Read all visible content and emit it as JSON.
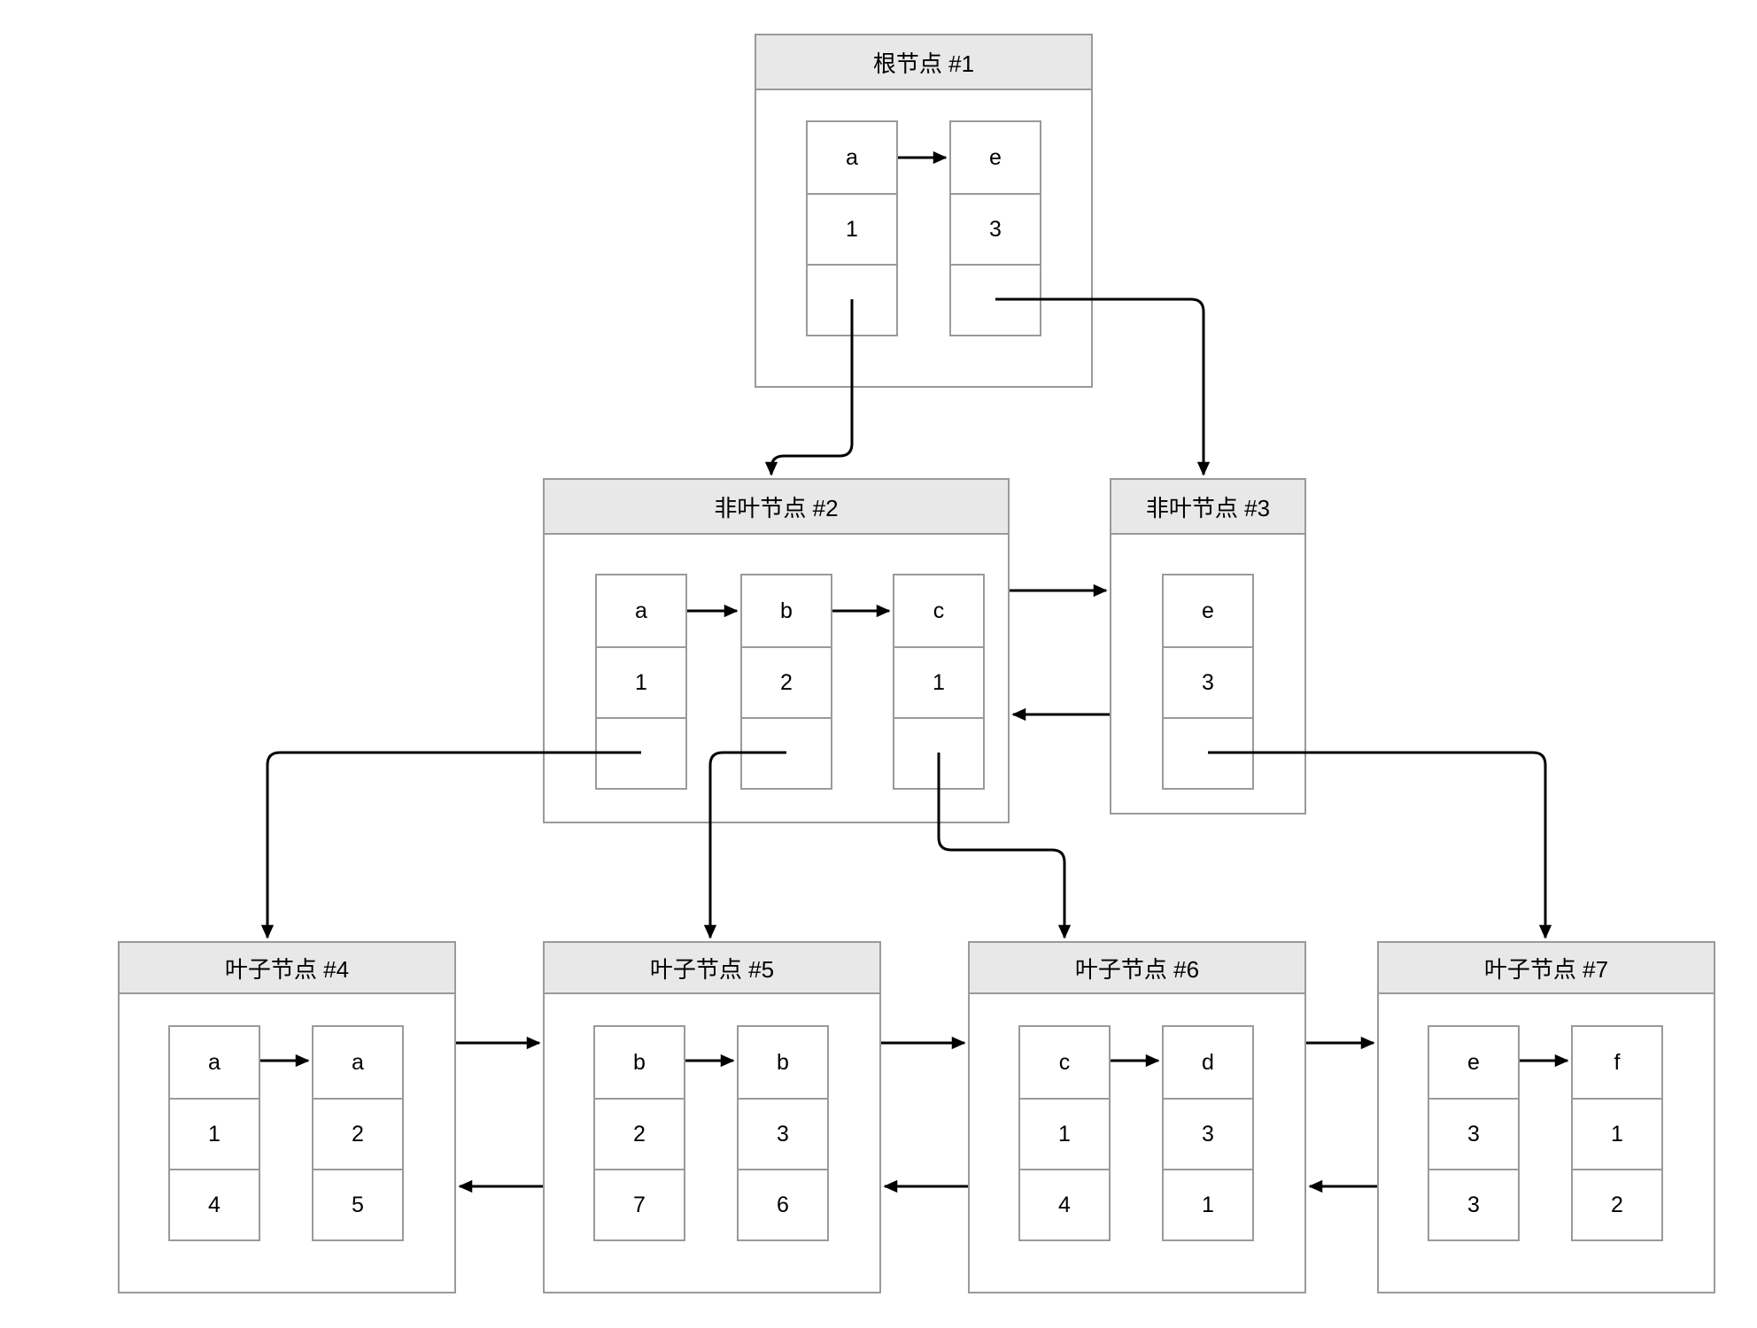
{
  "diagram": {
    "type": "bplus-tree-index",
    "colors": {
      "background": "#ffffff",
      "node_border": "#9a9a9a",
      "title_fill": "#e8e8e8",
      "cell_fill": "#ffffff",
      "edge": "#000000",
      "text": "#000000"
    },
    "nodes": [
      {
        "id": "1",
        "title": "根节点 #1",
        "records": [
          {
            "key": "a",
            "value": "1",
            "pointer": ""
          },
          {
            "key": "e",
            "value": "3",
            "pointer": ""
          }
        ]
      },
      {
        "id": "2",
        "title": "非叶节点 #2",
        "records": [
          {
            "key": "a",
            "value": "1",
            "pointer": ""
          },
          {
            "key": "b",
            "value": "2",
            "pointer": ""
          },
          {
            "key": "c",
            "value": "1",
            "pointer": ""
          }
        ]
      },
      {
        "id": "3",
        "title": "非叶节点 #3",
        "records": [
          {
            "key": "e",
            "value": "3",
            "pointer": ""
          }
        ]
      },
      {
        "id": "4",
        "title": "叶子节点 #4",
        "records": [
          {
            "key": "a",
            "value": "1",
            "pointer": "4"
          },
          {
            "key": "a",
            "value": "2",
            "pointer": "5"
          }
        ]
      },
      {
        "id": "5",
        "title": "叶子节点 #5",
        "records": [
          {
            "key": "b",
            "value": "2",
            "pointer": "7"
          },
          {
            "key": "b",
            "value": "3",
            "pointer": "6"
          }
        ]
      },
      {
        "id": "6",
        "title": "叶子节点 #6",
        "records": [
          {
            "key": "c",
            "value": "1",
            "pointer": "4"
          },
          {
            "key": "d",
            "value": "3",
            "pointer": "1"
          }
        ]
      },
      {
        "id": "7",
        "title": "叶子节点 #7",
        "records": [
          {
            "key": "e",
            "value": "3",
            "pointer": "3"
          },
          {
            "key": "f",
            "value": "1",
            "pointer": "2"
          }
        ]
      }
    ],
    "edges": [
      {
        "from": "node1.record.a",
        "to": "node1.record.e",
        "type": "next-record"
      },
      {
        "from": "node1.record.a.pointer",
        "to": "node2",
        "type": "child"
      },
      {
        "from": "node1.record.e.pointer",
        "to": "node3",
        "type": "child"
      },
      {
        "from": "node2.record.a",
        "to": "node2.record.b",
        "type": "next-record"
      },
      {
        "from": "node2.record.b",
        "to": "node2.record.c",
        "type": "next-record"
      },
      {
        "from": "node2",
        "to": "node3",
        "type": "next-node"
      },
      {
        "from": "node3",
        "to": "node2",
        "type": "prev-node"
      },
      {
        "from": "node2.record.a.pointer",
        "to": "node4",
        "type": "child"
      },
      {
        "from": "node2.record.b.pointer",
        "to": "node5",
        "type": "child"
      },
      {
        "from": "node2.record.c.pointer",
        "to": "node6",
        "type": "child"
      },
      {
        "from": "node3.record.e.pointer",
        "to": "node7",
        "type": "child"
      },
      {
        "from": "node4.record.a1",
        "to": "node4.record.a2",
        "type": "next-record"
      },
      {
        "from": "node4",
        "to": "node5",
        "type": "next-node"
      },
      {
        "from": "node5",
        "to": "node4",
        "type": "prev-node"
      },
      {
        "from": "node5.record.b2",
        "to": "node5.record.b3",
        "type": "next-record"
      },
      {
        "from": "node5",
        "to": "node6",
        "type": "next-node"
      },
      {
        "from": "node6",
        "to": "node5",
        "type": "prev-node"
      },
      {
        "from": "node6.record.c",
        "to": "node6.record.d",
        "type": "next-record"
      },
      {
        "from": "node6",
        "to": "node7",
        "type": "next-node"
      },
      {
        "from": "node7",
        "to": "node6",
        "type": "prev-node"
      },
      {
        "from": "node7.record.e",
        "to": "node7.record.f",
        "type": "next-record"
      }
    ]
  }
}
